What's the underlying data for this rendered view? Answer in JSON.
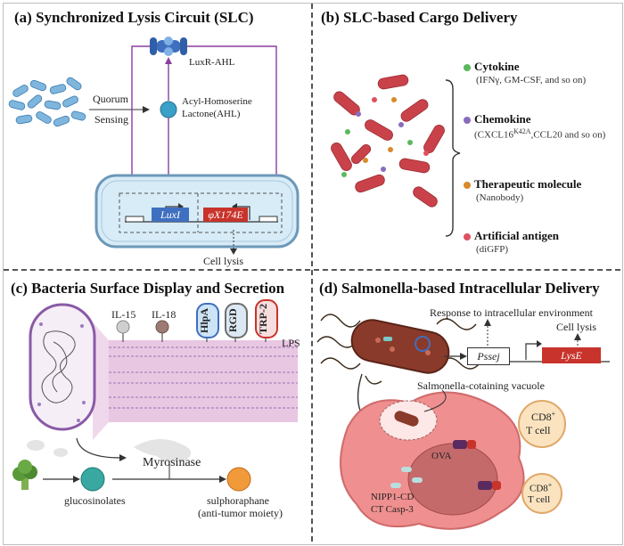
{
  "panels": {
    "a": {
      "title": "(a)   Synchronized Lysis Circuit (SLC)",
      "receptor": "LuxR-AHL",
      "quorum": "Quorum",
      "sensing": "Sensing",
      "ahl_line1": "Acyl-Homoserine",
      "ahl_line2": "Lactone(AHL)",
      "gene1": "LuxI",
      "gene2": "φX174E",
      "outcome": "Cell lysis"
    },
    "b": {
      "title": "(b)      SLC-based Cargo Delivery",
      "cargo": [
        {
          "name": "Cytokine",
          "detail": "(IFNγ, GM-CSF, and so on)",
          "color": "#5cb85c"
        },
        {
          "name": "Chemokine",
          "detail_pre": "(CXCL16",
          "detail_sup": "K42A",
          "detail_post": ",CCL20 and so on)",
          "color": "#8a6bbf"
        },
        {
          "name": "Therapeutic molecule",
          "detail": "(Nanobody)",
          "color": "#d98a2b"
        },
        {
          "name": "Artificial antigen",
          "detail": "(diGFP)",
          "color": "#e05060"
        }
      ]
    },
    "c": {
      "title": "(c)  Bacteria Surface Display and Secretion",
      "il15": "IL-15",
      "il18": "IL-18",
      "pill1": "HlpA",
      "pill2": "RGD",
      "pill3": "TRP-2",
      "lps": "LPS",
      "enzyme": "Myrosinase",
      "substrate": "glucosinolates",
      "product_line1": "sulphoraphane",
      "product_line2": "(anti-tumor moiety)"
    },
    "d": {
      "title": "(d)  Salmonella-based Intracellular Delivery",
      "response": "Response to intracellular environment",
      "lysis": "Cell lysis",
      "promoter": "Pssej",
      "gene": "LysE",
      "vacuole": "Salmonella-cotaining vacuole",
      "ova": "OVA",
      "tcell1_pre": "CD8",
      "tcell1_post": "T cell",
      "tcell2_pre": "CD8",
      "tcell2_post": "T cell",
      "payload_line1": "NIPP1-CD",
      "payload_line2": "CT Casp-3"
    }
  }
}
